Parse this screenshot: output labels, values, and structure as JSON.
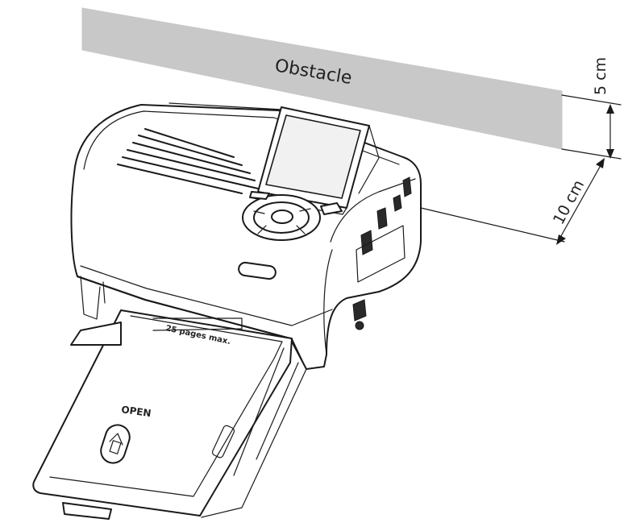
{
  "obstacle": {
    "label": "Obstacle",
    "fill": "#c8c8c8"
  },
  "dimensions": {
    "top_gap": "5 cm",
    "back_gap": "10 cm"
  },
  "tray": {
    "capacity_text": "25 pages max.",
    "open_text": "OPEN"
  },
  "colors": {
    "line": "#1a1a1a",
    "obstacle": "#c8c8c8"
  }
}
